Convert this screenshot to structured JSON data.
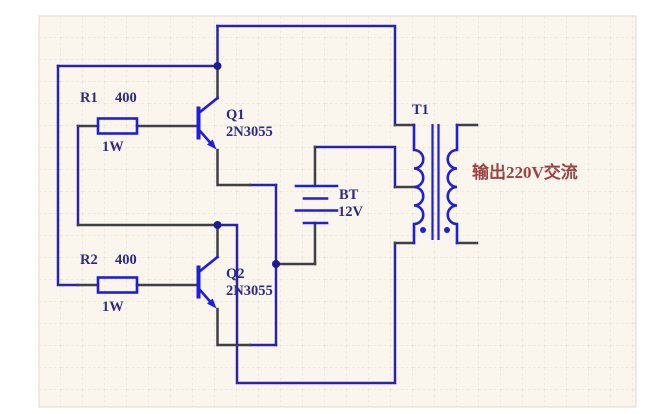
{
  "components": {
    "r1": {
      "designator": "R1",
      "resistance": "400",
      "power": "1W"
    },
    "r2": {
      "designator": "R2",
      "resistance": "400",
      "power": "1W"
    },
    "q1": {
      "designator": "Q1",
      "part_number": "2N3055"
    },
    "q2": {
      "designator": "Q2",
      "part_number": "2N3055"
    },
    "battery": {
      "designator": "BT",
      "voltage": "12V"
    },
    "transformer": {
      "designator": "T1"
    }
  },
  "annotations": {
    "output_label": "输出220V交流"
  },
  "colors": {
    "wire": "#2823ae",
    "pin": "#3f3f45",
    "symbol": "#1e1ee0",
    "label": "#2b2b87",
    "outtext": "#9d4343",
    "junction": "#1b1b96",
    "canvas-bg": "#faf6ed",
    "page-bg": "#ffffff",
    "grid-line": "#e7dcd2"
  }
}
